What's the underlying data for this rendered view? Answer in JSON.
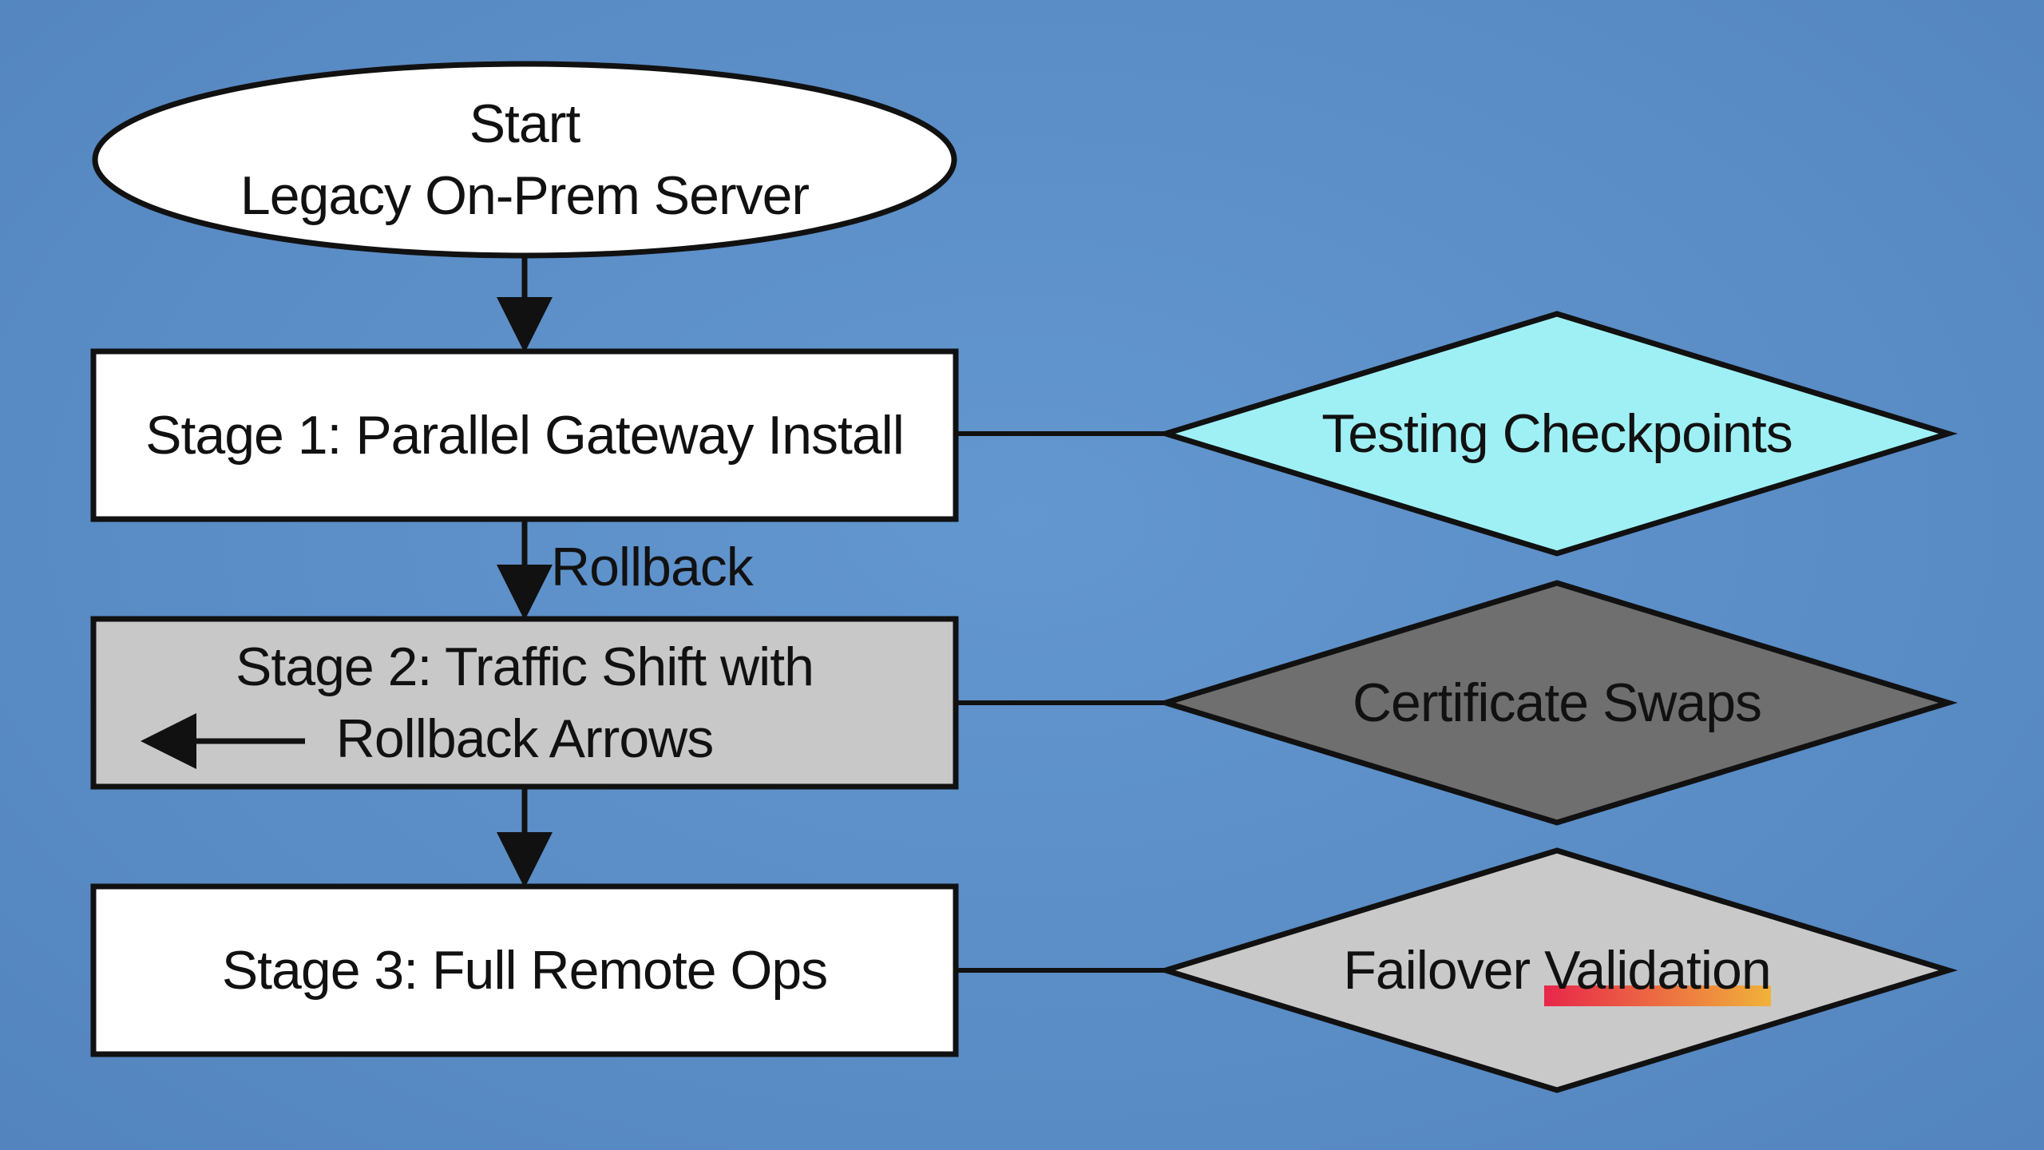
{
  "diagram": {
    "start": {
      "line1": "Start",
      "line2": "Legacy On-Prem Server"
    },
    "stage1": {
      "label": "Stage 1: Parallel Gateway Install"
    },
    "rollback_edge": {
      "label": "Rollback"
    },
    "stage2": {
      "line1": "Stage 2: Traffic Shift with",
      "line2": "Rollback Arrows"
    },
    "stage3": {
      "label": "Stage 3: Full Remote Ops"
    },
    "decision1": {
      "label": "Testing Checkpoints"
    },
    "decision2": {
      "label": "Certificate Swaps"
    },
    "decision3": {
      "part1": "Failover ",
      "part2": "Validation"
    },
    "colors": {
      "background": "#5b8dc6",
      "stage_fill": "#ffffff",
      "stage2_fill": "#c8c8c8",
      "decision1_fill": "#9ff0f4",
      "decision2_fill": "#6f6f6f",
      "decision3_fill": "#c9c9c9",
      "stroke": "#111111",
      "highlight": "#e8264a"
    }
  }
}
